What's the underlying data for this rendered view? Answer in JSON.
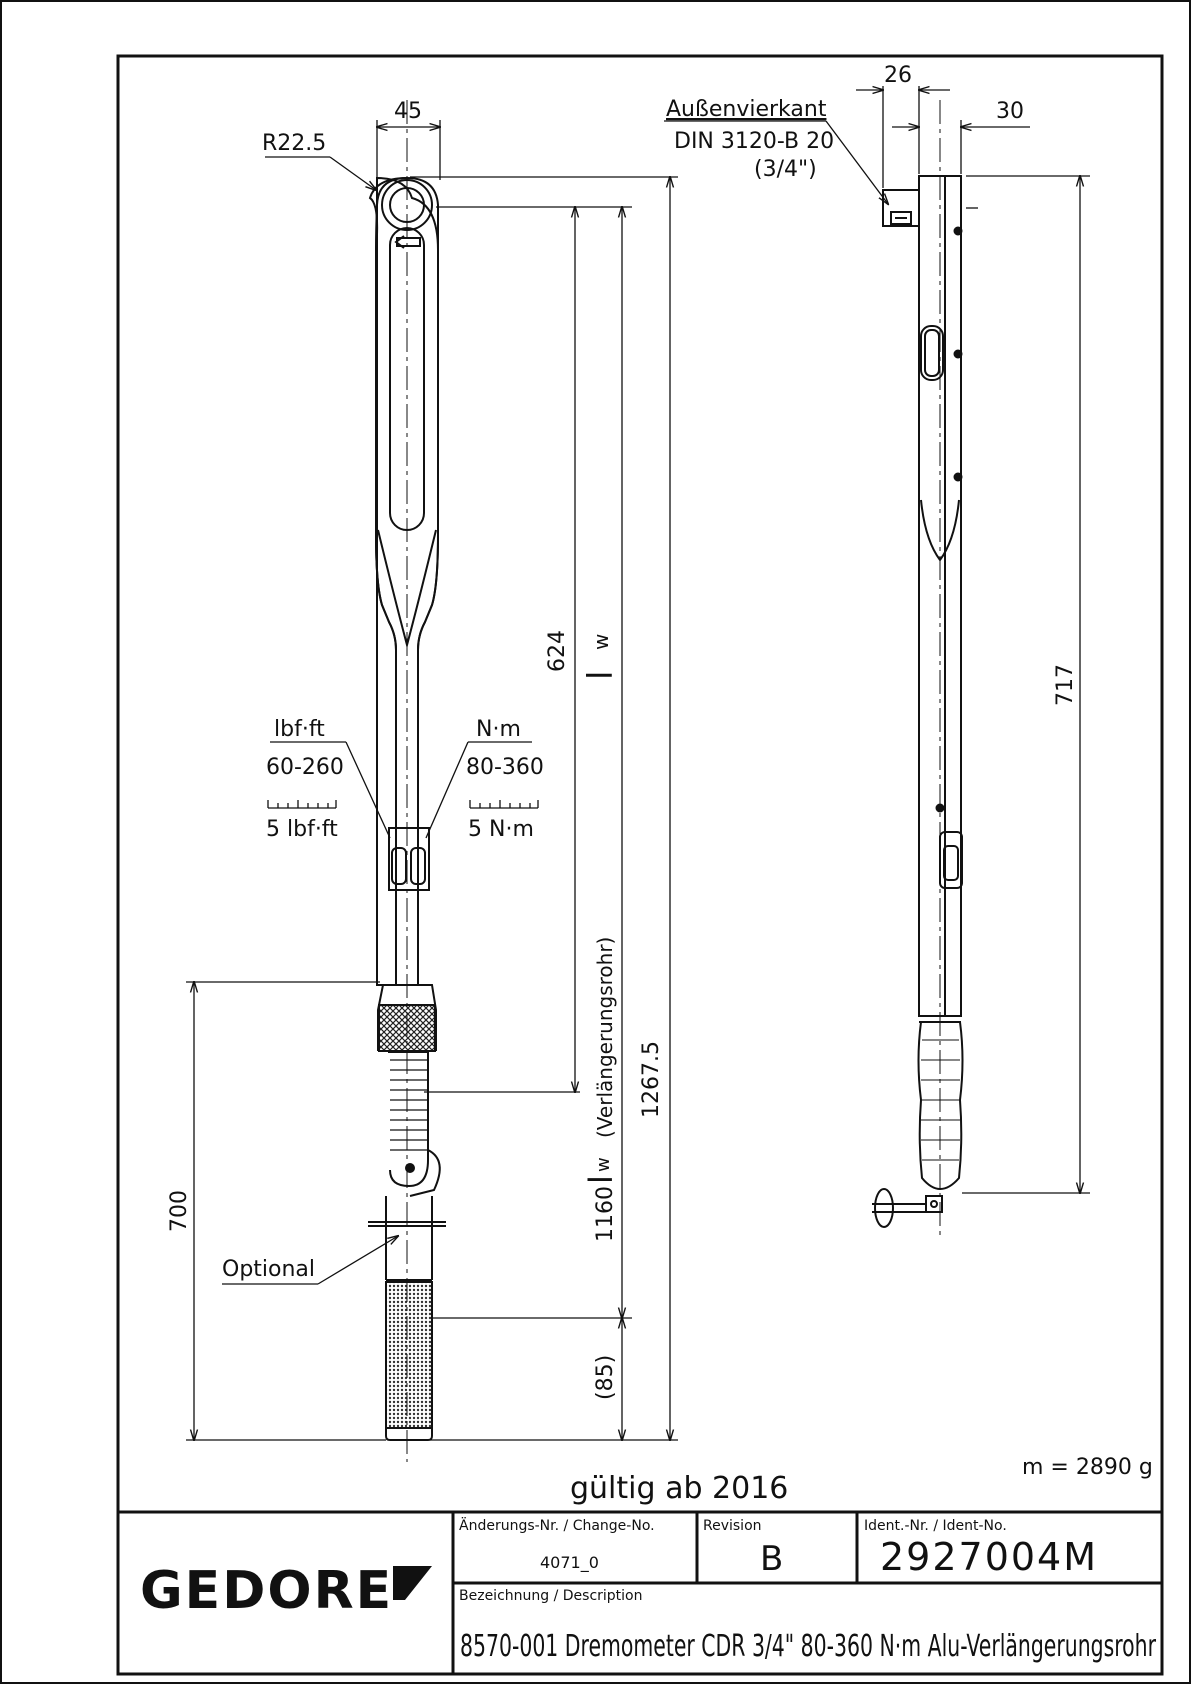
{
  "drawing": {
    "dimensions": {
      "radius": "R22.5",
      "head_width": "45",
      "square_width": "26",
      "side_width": "30",
      "dim_624": "624",
      "lw_label": "l",
      "lw_sub": "w",
      "dim_1267": "1267.5",
      "dim_1160": "1160",
      "verl_note": "(Verlängerungsrohr)",
      "dim_85": "(85)",
      "dim_700": "700",
      "dim_717": "717"
    },
    "callouts": {
      "square_title": "Außenvierkant",
      "square_std": "DIN 3120-B 20",
      "square_size": "(3/4\")",
      "optional": "Optional"
    },
    "scales": {
      "left_unit": "lbf·ft",
      "left_range": "60-260",
      "left_step": "5 lbf·ft",
      "right_unit": "N·m",
      "right_range": "80-360",
      "right_step": "5 N·m"
    },
    "mass": "m = 2890 g",
    "valid_from": "gültig ab 2016"
  },
  "title_block": {
    "brand": "GEDORE",
    "change_label": "Änderungs-Nr. / Change-No.",
    "change_value": "4071_0",
    "revision_label": "Revision",
    "revision_value": "B",
    "ident_label": "Ident.-Nr. / Ident-No.",
    "ident_value": "2927004M",
    "desc_label": "Bezeichnung / Description",
    "desc_value": "8570-001 Dremometer CDR 3/4\"  80-360 N·m Alu-Verlängerungsrohr"
  }
}
